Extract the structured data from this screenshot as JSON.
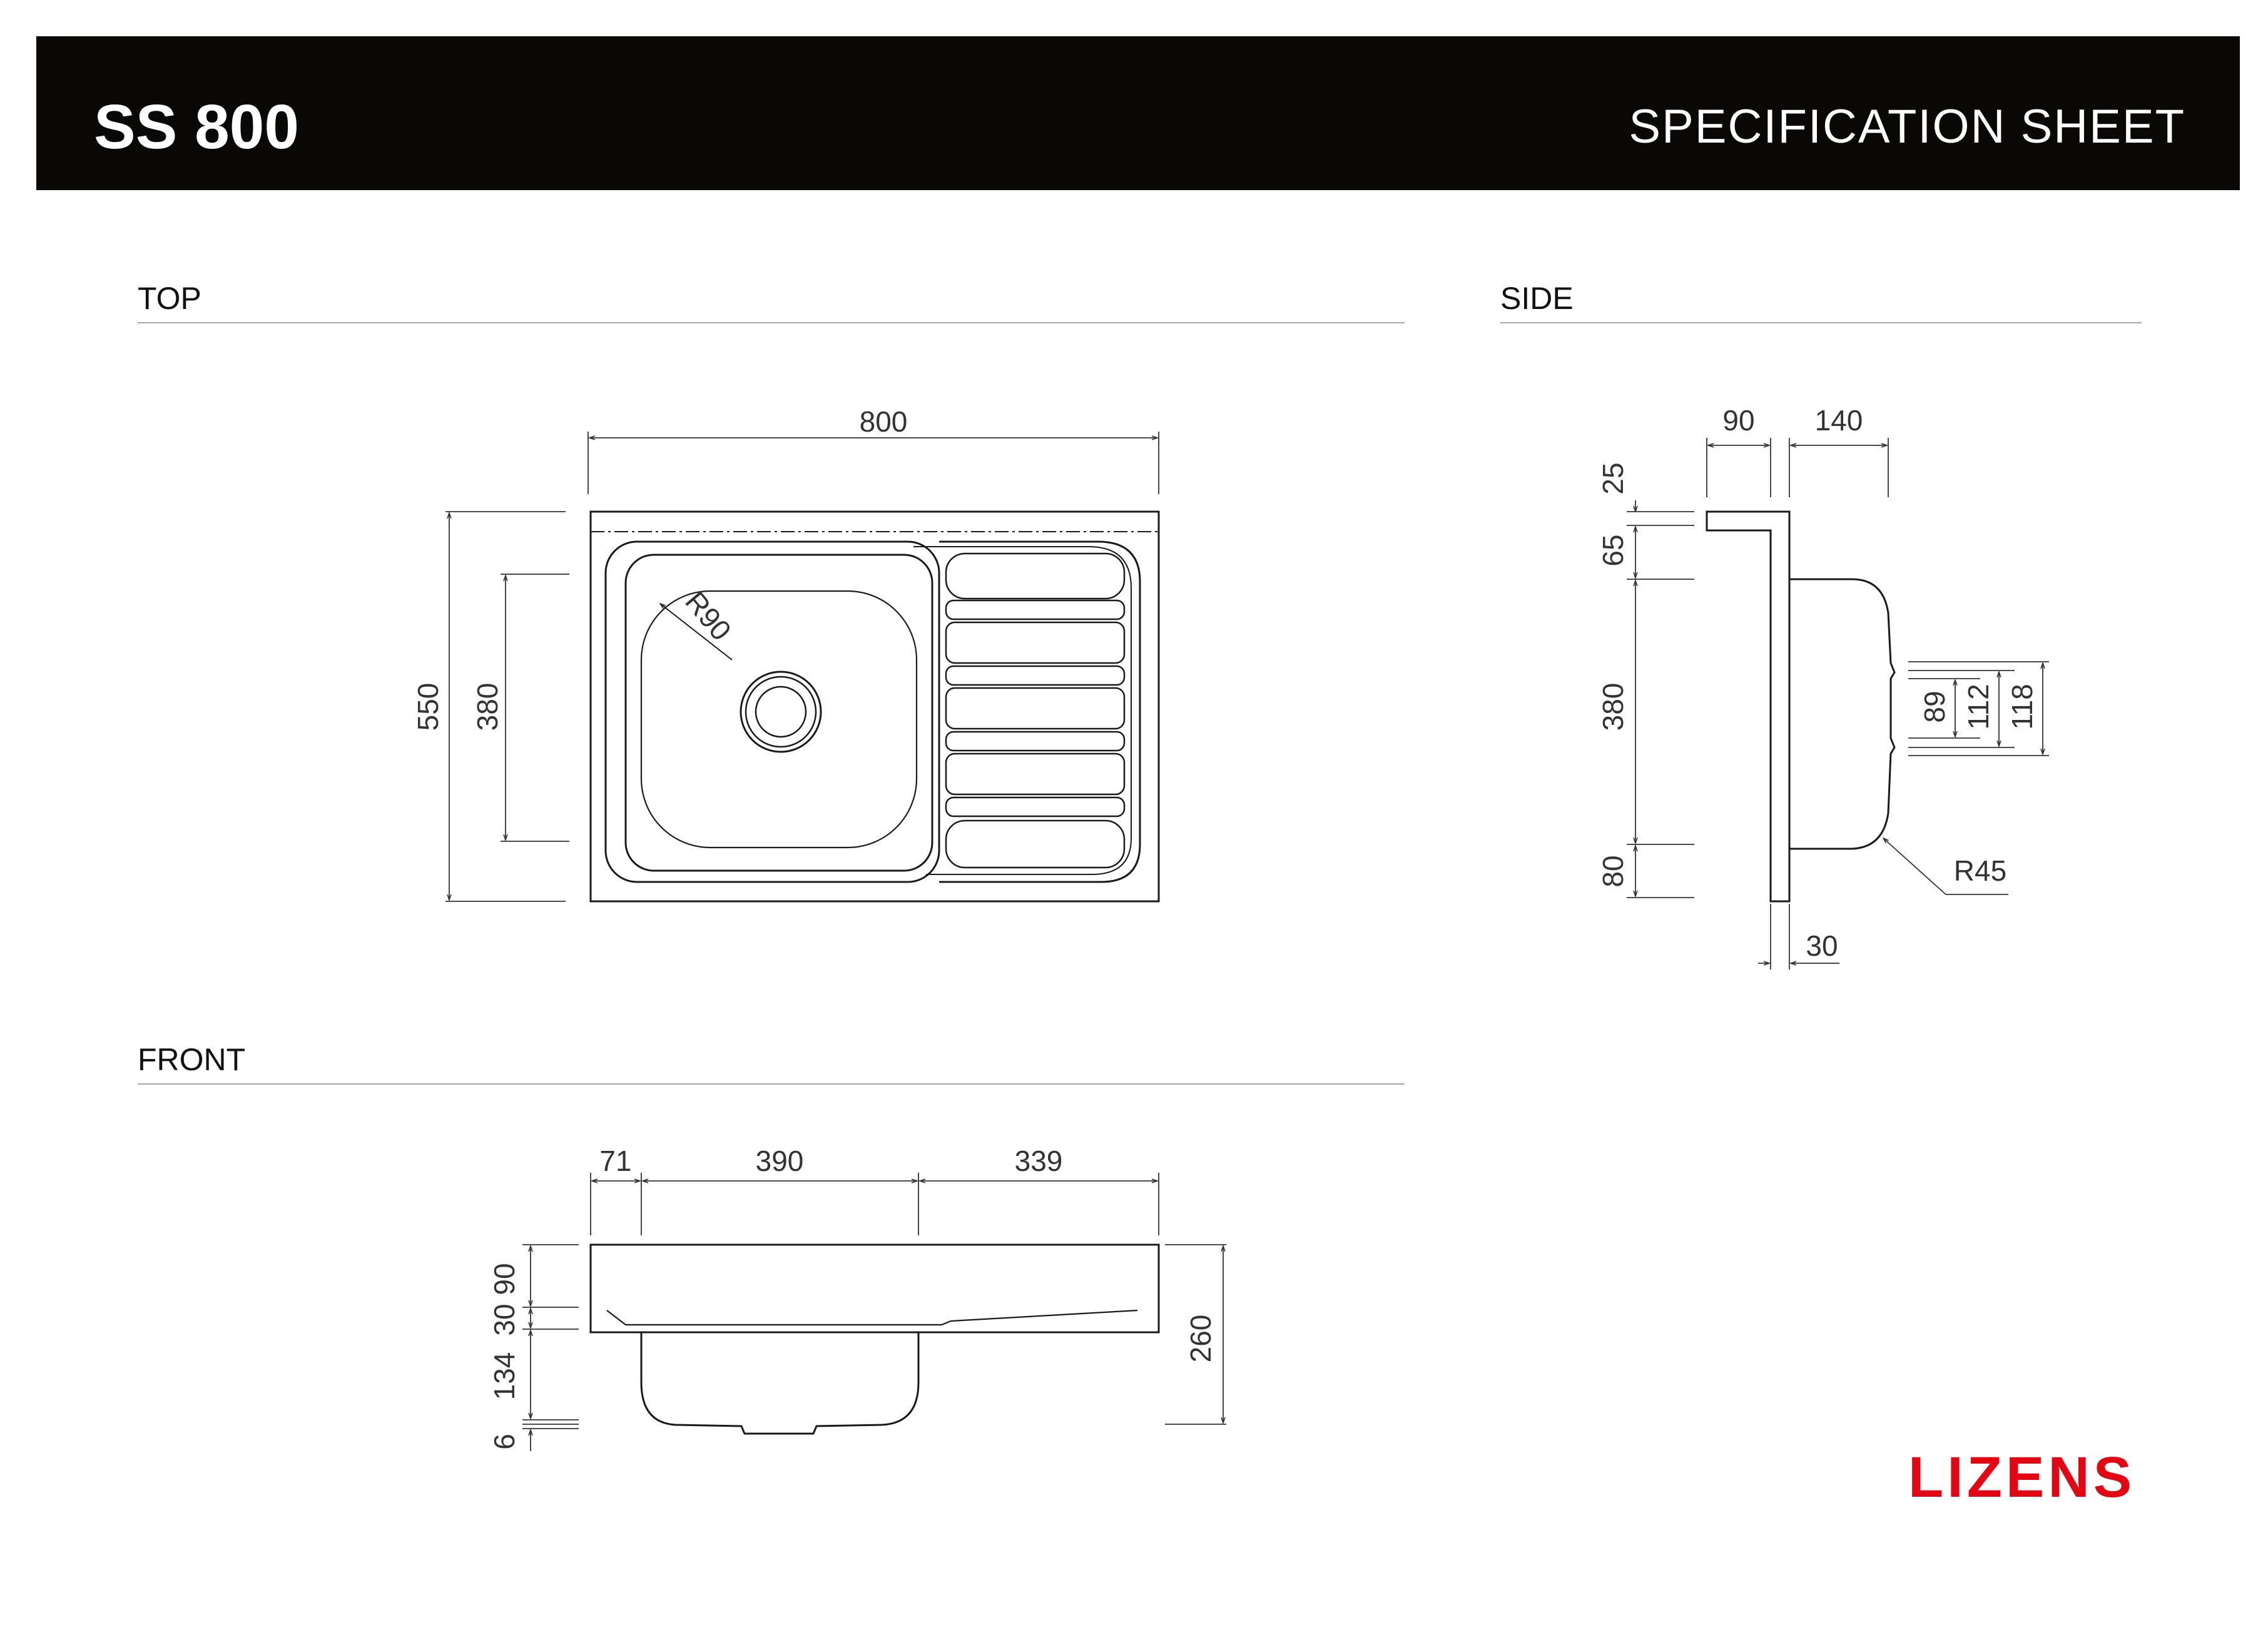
{
  "header": {
    "product": "SS 800",
    "sheet_title": "SPECIFICATION SHEET",
    "background_color": "#0a0806",
    "text_color": "#ffffff"
  },
  "sections": {
    "top": "TOP",
    "side": "SIDE",
    "front": "FRONT"
  },
  "top_view": {
    "width": "800",
    "depth": "550",
    "bowl_depth": "380",
    "corner_radius": "R90"
  },
  "side_view": {
    "width_a": "90",
    "width_b": "140",
    "height_25": "25",
    "height_65": "65",
    "height_380": "380",
    "height_80": "80",
    "outlet_89": "89",
    "outlet_112": "112",
    "outlet_118": "118",
    "radius": "R45",
    "thickness": "30"
  },
  "front_view": {
    "left": "71",
    "bowl": "390",
    "drainer": "339",
    "h90": "90",
    "h30": "30",
    "h134": "134",
    "h6": "6",
    "total": "260"
  },
  "brand": {
    "name": "LIZENS",
    "color": "#e30613"
  }
}
